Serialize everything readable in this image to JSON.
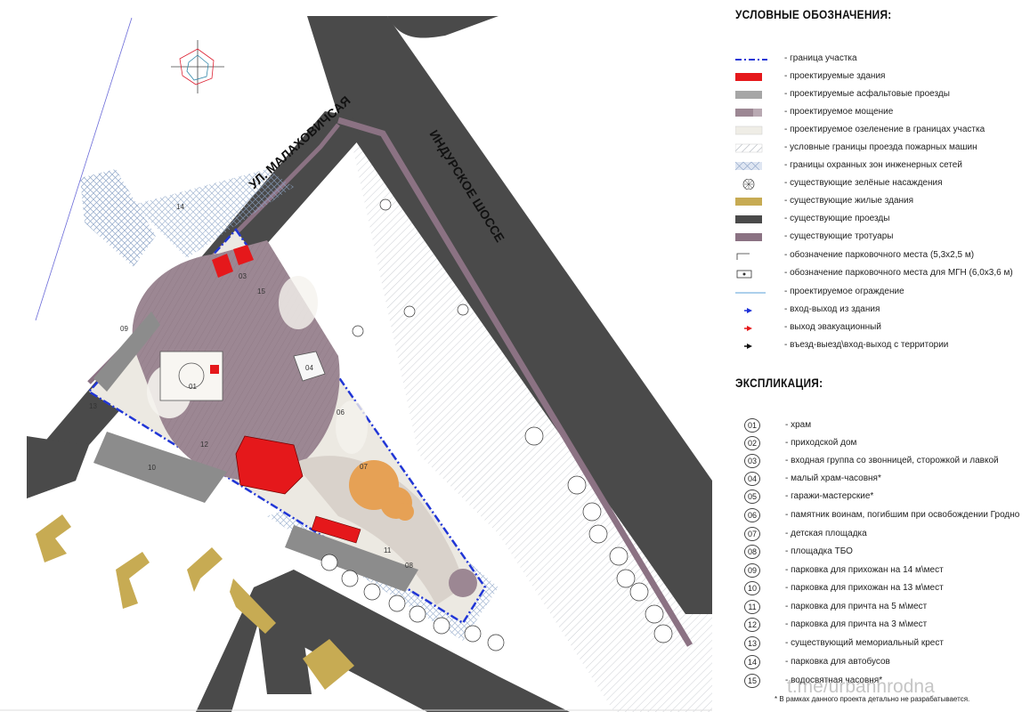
{
  "map": {
    "street_left": "УЛ. МАЛАХОВИЧСАЯ",
    "street_right": "ИНДУРСКОЕ ШОССЕ",
    "labels": [
      "01",
      "03",
      "04",
      "06",
      "07",
      "08",
      "09",
      "10",
      "11",
      "12",
      "13",
      "14",
      "15"
    ]
  },
  "legend": {
    "title": "УСЛОВНЫЕ ОБОЗНАЧЕНИЯ:",
    "items": [
      {
        "symbol": "dash-dot-blue",
        "text": "- граница участка"
      },
      {
        "symbol": "red-fill",
        "text": "- проектируемые здания"
      },
      {
        "symbol": "gray-fill",
        "text": "- проектируемые асфальтовые проезды"
      },
      {
        "symbol": "mauve-fill",
        "text": "- проектируемое мощение"
      },
      {
        "symbol": "light-texture",
        "text": "- проектируемое озеленение в границах участка"
      },
      {
        "symbol": "hatch",
        "text": "- условные границы проезда пожарных машин"
      },
      {
        "symbol": "cross-hatch-blue",
        "text": "- границы охранных зон инженерных сетей"
      },
      {
        "symbol": "tree-icon",
        "text": "- существующие зелёные насаждения"
      },
      {
        "symbol": "gold-fill",
        "text": "- существующие жилые здания"
      },
      {
        "symbol": "dark-fill",
        "text": "- существующие проезды"
      },
      {
        "symbol": "purple-fill",
        "text": "- существующие тротуары"
      },
      {
        "symbol": "parking-icon",
        "text": "- обозначение парковочного места (5,3х2,5 м)"
      },
      {
        "symbol": "parking-mgn-icon",
        "text": "- обозначение парковочного места для МГН (6,0х3,6 м)"
      },
      {
        "symbol": "blue-line",
        "text": "- проектируемое ограждение"
      },
      {
        "symbol": "blue-arrow",
        "text": "- вход-выход из здания"
      },
      {
        "symbol": "red-arrow",
        "text": "- выход эвакуационный"
      },
      {
        "symbol": "black-arrow",
        "text": "- въезд-выезд\\вход-выход с территории"
      }
    ]
  },
  "explication": {
    "title": "ЭКСПЛИКАЦИЯ:",
    "items": [
      {
        "num": "01",
        "text": "- храм"
      },
      {
        "num": "02",
        "text": "- приходской дом"
      },
      {
        "num": "03",
        "text": "- входная группа со звонницей, сторожкой и лавкой"
      },
      {
        "num": "04",
        "text": "- малый храм-часовня*"
      },
      {
        "num": "05",
        "text": "- гаражи-мастерские*"
      },
      {
        "num": "06",
        "text": "- памятник воинам, погибшим при освобождении Гродно"
      },
      {
        "num": "07",
        "text": "- детская площадка"
      },
      {
        "num": "08",
        "text": "- площадка ТБО"
      },
      {
        "num": "09",
        "text": "- парковка для прихожан на 14 м\\мест"
      },
      {
        "num": "10",
        "text": "- парковка для прихожан на 13 м\\мест"
      },
      {
        "num": "11",
        "text": "- парковка для причта на 5 м\\мест"
      },
      {
        "num": "12",
        "text": "- парковка для причта на 3 м\\мест"
      },
      {
        "num": "13",
        "text": "- существующий мемориальный крест"
      },
      {
        "num": "14",
        "text": "- парковка для автобусов"
      },
      {
        "num": "15",
        "text": "- водосвятная часовня*"
      }
    ],
    "footnote": "* В рамках данного проекта детально не разрабатывается.",
    "watermark": "t.me/urbanhrodna"
  }
}
